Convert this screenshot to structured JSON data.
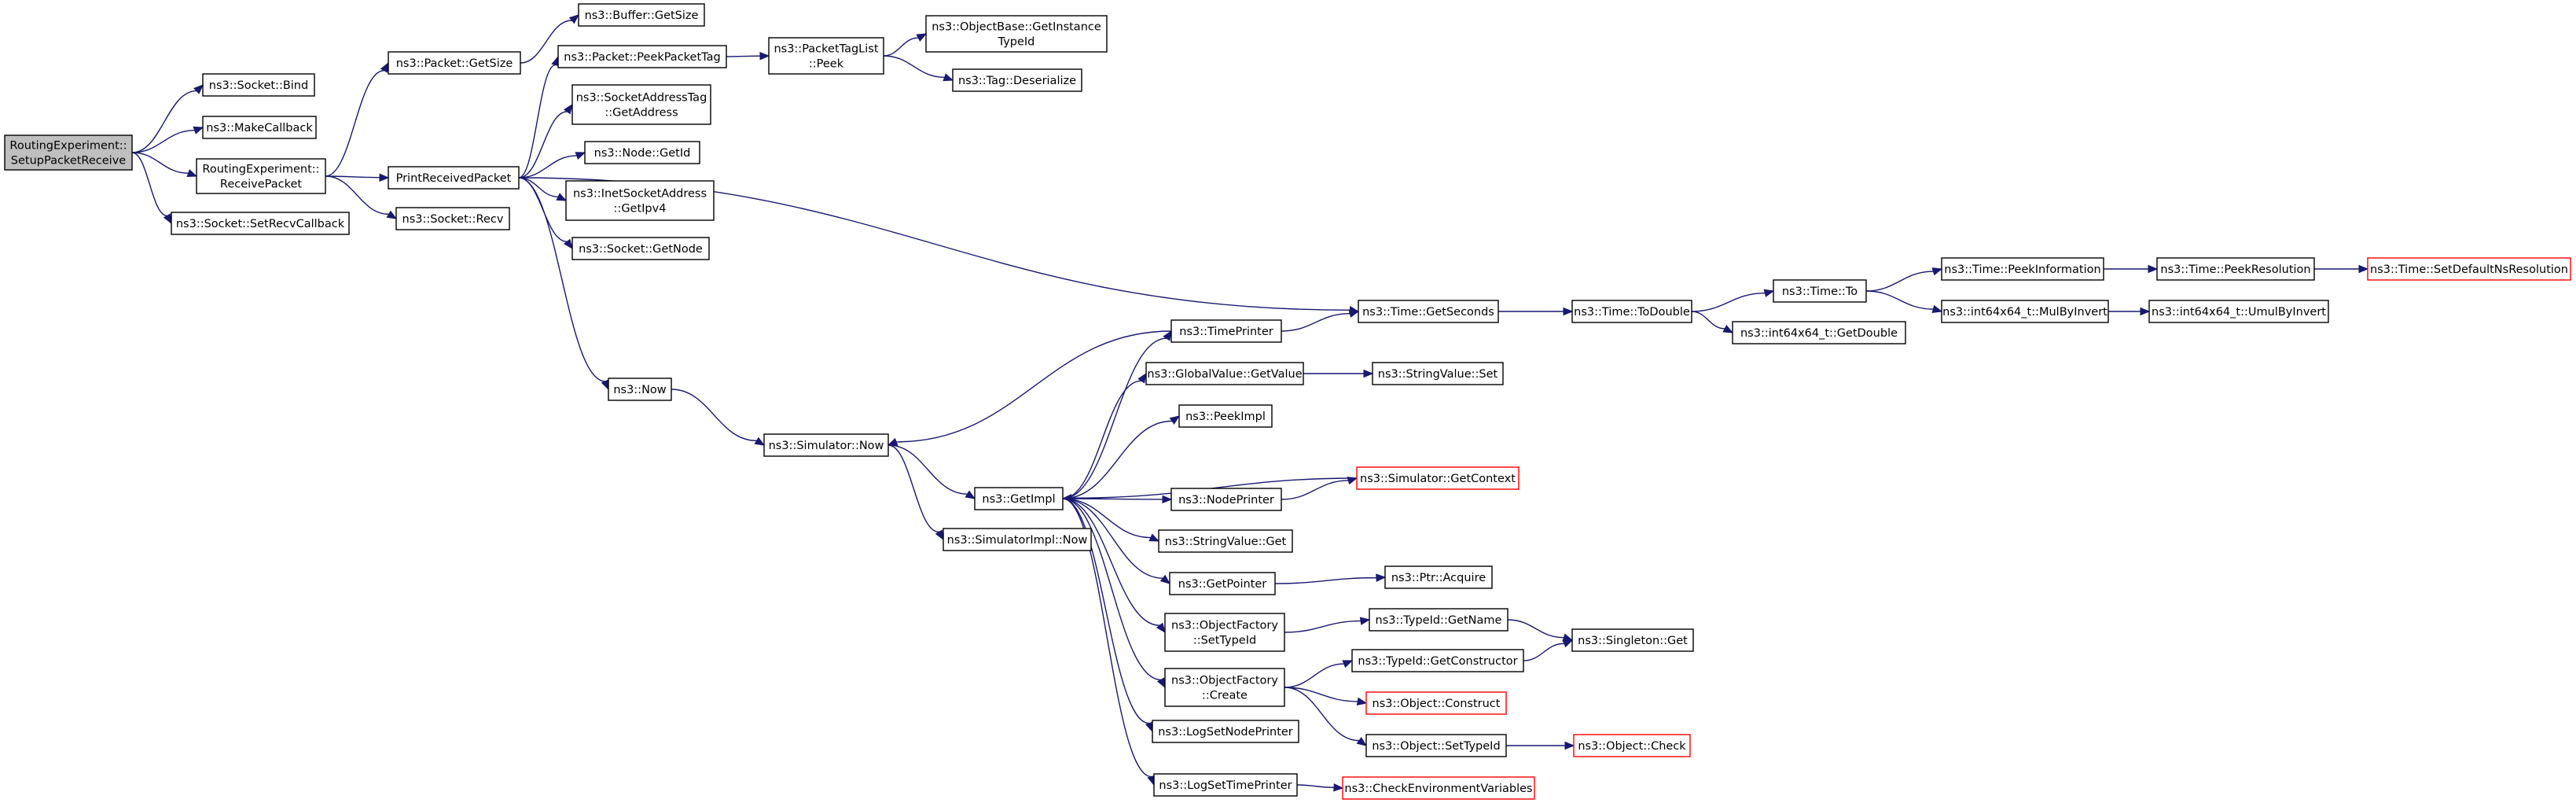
{
  "graph": {
    "kind": "doxygen-call-graph",
    "colors": {
      "edge": "#191970",
      "root_fill": "#bfbfbf",
      "truncated_border": "#ff0000",
      "node_border": "#000000"
    },
    "nodes": [
      {
        "id": "root",
        "lines": [
          "RoutingExperiment::",
          "SetupPacketReceive"
        ],
        "style": "root"
      },
      {
        "id": "bind",
        "lines": [
          "ns3::Socket::Bind"
        ]
      },
      {
        "id": "makecallback",
        "lines": [
          "ns3::MakeCallback"
        ]
      },
      {
        "id": "receivepacket",
        "lines": [
          "RoutingExperiment::",
          "ReceivePacket"
        ]
      },
      {
        "id": "setrecvcallback",
        "lines": [
          "ns3::Socket::SetRecvCallback"
        ]
      },
      {
        "id": "packetgetsize",
        "lines": [
          "ns3::Packet::GetSize"
        ]
      },
      {
        "id": "printreceived",
        "lines": [
          "PrintReceivedPacket"
        ]
      },
      {
        "id": "socketrecv",
        "lines": [
          "ns3::Socket::Recv"
        ]
      },
      {
        "id": "buffergetsize",
        "lines": [
          "ns3::Buffer::GetSize"
        ]
      },
      {
        "id": "peekpackettag",
        "lines": [
          "ns3::Packet::PeekPacketTag"
        ]
      },
      {
        "id": "sockaddrtag",
        "lines": [
          "ns3::SocketAddressTag",
          "::GetAddress"
        ]
      },
      {
        "id": "nodegetid",
        "lines": [
          "ns3::Node::GetId"
        ]
      },
      {
        "id": "inetgetipv4",
        "lines": [
          "ns3::InetSocketAddress",
          "::GetIpv4"
        ]
      },
      {
        "id": "socketgetnode",
        "lines": [
          "ns3::Socket::GetNode"
        ]
      },
      {
        "id": "now",
        "lines": [
          "ns3::Now"
        ]
      },
      {
        "id": "packettaglistpeek",
        "lines": [
          "ns3::PacketTagList",
          "::Peek"
        ]
      },
      {
        "id": "getinstancetypeid",
        "lines": [
          "ns3::ObjectBase::GetInstance",
          "TypeId"
        ]
      },
      {
        "id": "tagdeserialize",
        "lines": [
          "ns3::Tag::Deserialize"
        ]
      },
      {
        "id": "simnow",
        "lines": [
          "ns3::Simulator::Now"
        ]
      },
      {
        "id": "getimpl",
        "lines": [
          "ns3::GetImpl"
        ]
      },
      {
        "id": "simimplnow",
        "lines": [
          "ns3::SimulatorImpl::Now"
        ]
      },
      {
        "id": "timeprinter",
        "lines": [
          "ns3::TimePrinter"
        ]
      },
      {
        "id": "gvgetvalue",
        "lines": [
          "ns3::GlobalValue::GetValue"
        ]
      },
      {
        "id": "peekimpl",
        "lines": [
          "ns3::PeekImpl"
        ]
      },
      {
        "id": "nodeprinter",
        "lines": [
          "ns3::NodePrinter"
        ]
      },
      {
        "id": "svget",
        "lines": [
          "ns3::StringValue::Get"
        ]
      },
      {
        "id": "getpointer",
        "lines": [
          "ns3::GetPointer"
        ]
      },
      {
        "id": "ofsettypeid",
        "lines": [
          "ns3::ObjectFactory",
          "::SetTypeId"
        ]
      },
      {
        "id": "ofcreate",
        "lines": [
          "ns3::ObjectFactory",
          "::Create"
        ]
      },
      {
        "id": "logsetnodeprinter",
        "lines": [
          "ns3::LogSetNodePrinter"
        ]
      },
      {
        "id": "logsettimeprinter",
        "lines": [
          "ns3::LogSetTimePrinter"
        ]
      },
      {
        "id": "timegetseconds",
        "lines": [
          "ns3::Time::GetSeconds"
        ]
      },
      {
        "id": "svset",
        "lines": [
          "ns3::StringValue::Set"
        ]
      },
      {
        "id": "simgetcontext",
        "lines": [
          "ns3::Simulator::GetContext"
        ],
        "style": "truncated"
      },
      {
        "id": "ptracquire",
        "lines": [
          "ns3::Ptr::Acquire"
        ]
      },
      {
        "id": "typeidgetname",
        "lines": [
          "ns3::TypeId::GetName"
        ]
      },
      {
        "id": "typeidgetctor",
        "lines": [
          "ns3::TypeId::GetConstructor"
        ]
      },
      {
        "id": "objconstruct",
        "lines": [
          "ns3::Object::Construct"
        ],
        "style": "truncated"
      },
      {
        "id": "objsettypeid",
        "lines": [
          "ns3::Object::SetTypeId"
        ]
      },
      {
        "id": "checkenv",
        "lines": [
          "ns3::CheckEnvironmentVariables"
        ],
        "style": "truncated"
      },
      {
        "id": "timetodouble",
        "lines": [
          "ns3::Time::ToDouble"
        ]
      },
      {
        "id": "singletonget",
        "lines": [
          "ns3::Singleton::Get"
        ]
      },
      {
        "id": "objcheck",
        "lines": [
          "ns3::Object::Check"
        ],
        "style": "truncated"
      },
      {
        "id": "timeto",
        "lines": [
          "ns3::Time::To"
        ]
      },
      {
        "id": "int64getdouble",
        "lines": [
          "ns3::int64x64_t::GetDouble"
        ]
      },
      {
        "id": "peekinfo",
        "lines": [
          "ns3::Time::PeekInformation"
        ]
      },
      {
        "id": "mulbyinvert",
        "lines": [
          "ns3::int64x64_t::MulByInvert"
        ]
      },
      {
        "id": "peekresolution",
        "lines": [
          "ns3::Time::PeekResolution"
        ]
      },
      {
        "id": "umulbyinvert",
        "lines": [
          "ns3::int64x64_t::UmulByInvert"
        ]
      },
      {
        "id": "setdefaultns",
        "lines": [
          "ns3::Time::SetDefaultNsResolution"
        ],
        "style": "truncated"
      }
    ],
    "edges": [
      [
        "root",
        "bind"
      ],
      [
        "root",
        "makecallback"
      ],
      [
        "root",
        "receivepacket"
      ],
      [
        "root",
        "setrecvcallback"
      ],
      [
        "receivepacket",
        "packetgetsize"
      ],
      [
        "receivepacket",
        "printreceived"
      ],
      [
        "receivepacket",
        "socketrecv"
      ],
      [
        "packetgetsize",
        "buffergetsize"
      ],
      [
        "printreceived",
        "peekpackettag"
      ],
      [
        "printreceived",
        "sockaddrtag"
      ],
      [
        "printreceived",
        "nodegetid"
      ],
      [
        "printreceived",
        "inetgetipv4"
      ],
      [
        "printreceived",
        "socketgetnode"
      ],
      [
        "printreceived",
        "now"
      ],
      [
        "printreceived",
        "timegetseconds"
      ],
      [
        "peekpackettag",
        "packettaglistpeek"
      ],
      [
        "packettaglistpeek",
        "getinstancetypeid"
      ],
      [
        "packettaglistpeek",
        "tagdeserialize"
      ],
      [
        "now",
        "simnow"
      ],
      [
        "simnow",
        "getimpl"
      ],
      [
        "simnow",
        "simimplnow"
      ],
      [
        "getimpl",
        "timeprinter"
      ],
      [
        "getimpl",
        "gvgetvalue"
      ],
      [
        "getimpl",
        "peekimpl"
      ],
      [
        "getimpl",
        "nodeprinter"
      ],
      [
        "getimpl",
        "svget"
      ],
      [
        "getimpl",
        "getpointer"
      ],
      [
        "getimpl",
        "ofsettypeid"
      ],
      [
        "getimpl",
        "ofcreate"
      ],
      [
        "getimpl",
        "logsetnodeprinter"
      ],
      [
        "getimpl",
        "logsettimeprinter"
      ],
      [
        "timeprinter",
        "simnow"
      ],
      [
        "timeprinter",
        "timegetseconds"
      ],
      [
        "nodeprinter",
        "simgetcontext"
      ],
      [
        "simgetcontext",
        "getimpl"
      ],
      [
        "gvgetvalue",
        "svset"
      ],
      [
        "getpointer",
        "ptracquire"
      ],
      [
        "ofsettypeid",
        "typeidgetname"
      ],
      [
        "ofcreate",
        "typeidgetctor"
      ],
      [
        "ofcreate",
        "objconstruct"
      ],
      [
        "ofcreate",
        "objsettypeid"
      ],
      [
        "typeidgetname",
        "singletonget"
      ],
      [
        "typeidgetctor",
        "singletonget"
      ],
      [
        "objsettypeid",
        "objcheck"
      ],
      [
        "logsettimeprinter",
        "checkenv"
      ],
      [
        "timegetseconds",
        "timetodouble"
      ],
      [
        "timetodouble",
        "timeto"
      ],
      [
        "timetodouble",
        "int64getdouble"
      ],
      [
        "timeto",
        "peekinfo"
      ],
      [
        "timeto",
        "mulbyinvert"
      ],
      [
        "peekinfo",
        "peekresolution"
      ],
      [
        "peekresolution",
        "setdefaultns"
      ],
      [
        "mulbyinvert",
        "umulbyinvert"
      ]
    ]
  }
}
